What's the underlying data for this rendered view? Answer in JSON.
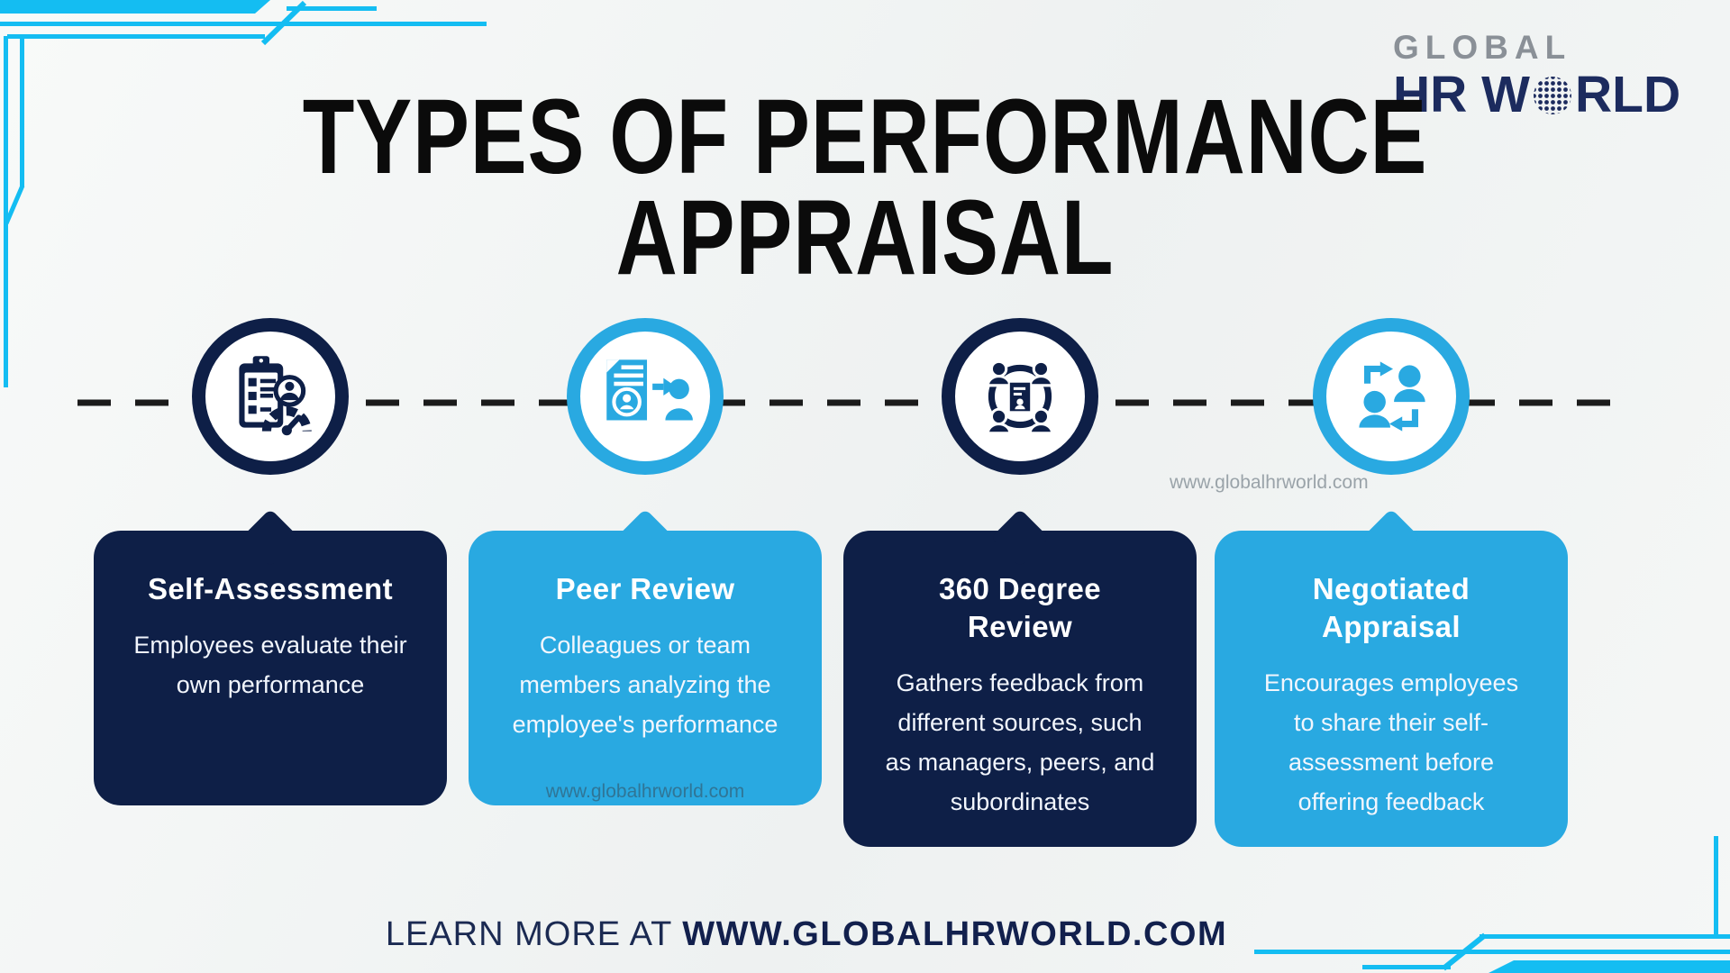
{
  "logo": {
    "top": "GLOBAL",
    "hr_left": "HR W",
    "hr_right": "RLD",
    "globe_icon": "dotted-globe-icon"
  },
  "title": {
    "line1": "TYPES OF PERFORMANCE",
    "line2": "APPRAISAL"
  },
  "items": [
    {
      "icon": "clipboard-checklist-gauge-icon",
      "theme": "navy",
      "title": "Self-Assessment",
      "description": "Employees evaluate their own performance"
    },
    {
      "icon": "document-arrow-person-icon",
      "theme": "blue",
      "title": "Peer Review",
      "description": "Colleagues or team members analyzing the employee's performance"
    },
    {
      "icon": "people-around-document-icon",
      "theme": "navy",
      "title": "360 Degree Review",
      "description": "Gathers feedback from different sources, such as managers, peers, and subordinates"
    },
    {
      "icon": "people-exchange-arrows-icon",
      "theme": "blue",
      "title": "Negotiated Appraisal",
      "description": "Encourages employees to share their self-assessment before offering feedback"
    }
  ],
  "watermarks": {
    "timeline": "www.globalhrworld.com",
    "card": "www.globalhrworld.com"
  },
  "footer": {
    "prefix": "LEARN MORE AT ",
    "link": "WWW.GLOBALHRWORLD.COM"
  },
  "colors": {
    "navy": "#0e1f47",
    "blue": "#29a9e1",
    "cyan": "#14bdf2",
    "logo_gray": "#8a9097",
    "background": "#f2f5f4",
    "title_text": "#0b0b0b",
    "watermark_gray": "#9aa3a9",
    "dash_black": "#1b1b1b"
  }
}
